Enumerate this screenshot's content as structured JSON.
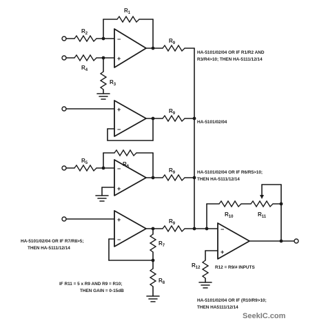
{
  "components": {
    "R1": "R",
    "R1_sub": "1",
    "R2": "R",
    "R2_sub": "2",
    "R3": "R",
    "R3_sub": "3",
    "R4": "R",
    "R4_sub": "4",
    "R5": "R",
    "R5_sub": "5",
    "R6": "R",
    "R6_sub": "6",
    "R7": "R",
    "R7_sub": "7",
    "R8": "R",
    "R8_sub": "8",
    "R9a": "R",
    "R9a_sub": "9",
    "R9b": "R",
    "R9b_sub": "9",
    "R9c": "R",
    "R9c_sub": "9",
    "R9d": "R",
    "R9d_sub": "9",
    "R10": "R",
    "R10_sub": "10",
    "R11": "R",
    "R11_sub": "11",
    "R12": "R",
    "R12_sub": "12"
  },
  "pins": {
    "minus": "−",
    "plus": "+"
  },
  "notes": {
    "stage1_line1": "HA-5101/02/04 OR IF R1/R2 AND",
    "stage1_line2": "R3/R4>10; THEN HA-5111/12/14",
    "stage2": "HA-5101/02/04",
    "stage3_line1": "HA-5101/02/04 OR IF R6/R5>10;",
    "stage3_line2": "THEN HA-5111/12/14",
    "stage4_line1": "HA-5101/02/04 OR IF R7/R8>5;",
    "stage4_line2": "THEN HA-5111/12/14",
    "r12_eq": "R12 = R9/# INPUTS",
    "gain_line1": "IF R11 = 5 x R9 AND R9 = R10;",
    "gain_line2": "THEN GAIN = 0-15dB",
    "out_line1": "HA-5101/02/04 OR IF (R10/R9>10;",
    "out_line2": "THEN HA5111/12/14"
  },
  "watermark": "SeekIC.com"
}
